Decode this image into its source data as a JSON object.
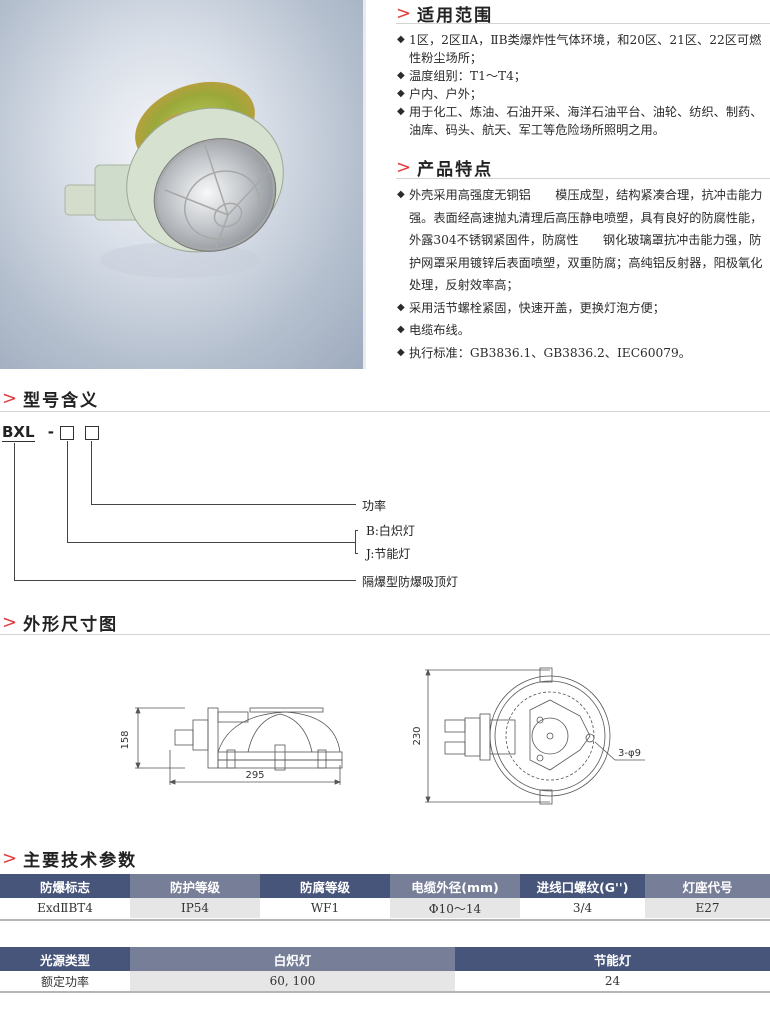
{
  "product_photo": {
    "alt": "Explosion-proof ceiling lamp with mounting plate and wire guard"
  },
  "sections": {
    "application": {
      "title": "适用范围",
      "items": [
        "1区，2区ⅡA，ⅡB类爆炸性气体环境，和20区、21区、22区可燃性粉尘场所；",
        "温度组别：T1～T4；",
        "户内、户外；",
        "用于化工、炼油、石油开采、海洋石油平台、油轮、纺织、制药、油库、码头、航天、军工等危险场所照明之用。"
      ]
    },
    "features": {
      "title": "产品特点",
      "items": [
        "外壳采用高强度无铜铝　　模压成型，结构紧凑合理，抗冲击能力强。表面经高速抛丸清理后高压静电喷塑，具有良好的防腐性能，外露304不锈钢紧固件，防腐性　　钢化玻璃罩抗冲击能力强，防护网罩采用镀锌后表面喷塑，双重防腐；高纯铝反射器，阳极氧化处理，反射效率高；",
        "采用活节螺栓紧固，快速开盖，更换灯泡方便；",
        "电缆布线。",
        "执行标准：GB3836.1、GB3836.2、IEC60079。"
      ]
    },
    "model": {
      "title": "型号含义",
      "code": "BXL",
      "dash": "-",
      "labels": {
        "power": "功率",
        "type_b": "B:白炽灯",
        "type_j": "J:节能灯",
        "name": "隔爆型防爆吸顶灯"
      }
    },
    "dimensions": {
      "title": "外形尺寸图",
      "side_view": {
        "height": "158",
        "width": "295"
      },
      "top_view": {
        "diameter": "230",
        "holes": "3-φ9"
      }
    },
    "specs": {
      "title": "主要技术参数",
      "table1": {
        "headers": [
          "防爆标志",
          "防护等级",
          "防腐等级",
          "电缆外径(mm)",
          "进线口螺纹(G'')",
          "灯座代号"
        ],
        "row": [
          "ExdⅡBT4",
          "IP54",
          "WF1",
          "Φ10～14",
          "3/4",
          "E27"
        ]
      },
      "table2": {
        "headers": [
          "光源类型",
          "白炽灯",
          "节能灯"
        ],
        "row": [
          "额定功率",
          "60, 100",
          "24"
        ]
      }
    }
  },
  "colors": {
    "accent_arrow": "#e03a3a",
    "header_dark": "#47557a",
    "header_light": "#777e97",
    "cell_gray": "#e6e6e6"
  },
  "icons": {
    "section_marker": ">",
    "bullet": "◆"
  }
}
